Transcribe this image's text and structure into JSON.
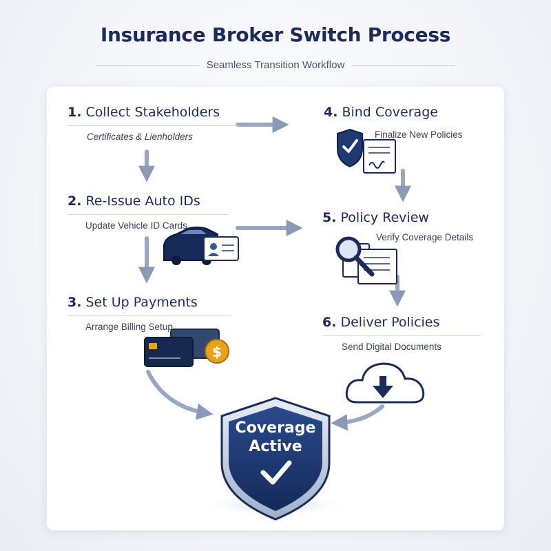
{
  "title": "Insurance Broker Switch Process",
  "subtitle": "Seamless Transition Workflow",
  "steps": [
    {
      "number": "1.",
      "title": "Collect Stakeholders",
      "description": "Certificates & Lienholders",
      "icon": "none"
    },
    {
      "number": "2.",
      "title": "Re-Issue Auto IDs",
      "description": "Update Vehicle ID Cards",
      "icon": "car-id-card-icon"
    },
    {
      "number": "3.",
      "title": "Set Up Payments",
      "description": "Arrange Billing Setup",
      "icon": "credit-card-dollar-icon"
    },
    {
      "number": "4.",
      "title": "Bind Coverage",
      "description": "Finalize New Policies",
      "icon": "shield-document-icon"
    },
    {
      "number": "5.",
      "title": "Policy Review",
      "description": "Verify Coverage Details",
      "icon": "magnifier-document-icon"
    },
    {
      "number": "6.",
      "title": "Deliver Policies",
      "description": "Send Digital Documents",
      "icon": "cloud-download-icon"
    }
  ],
  "final": {
    "line1": "Coverage",
    "line2": "Active",
    "icon": "shield-check-icon"
  },
  "colors": {
    "navy": "#1c2b59",
    "accent": "#2f4a86",
    "gold": "#e9a21c",
    "arrow": "#8a99b5"
  }
}
